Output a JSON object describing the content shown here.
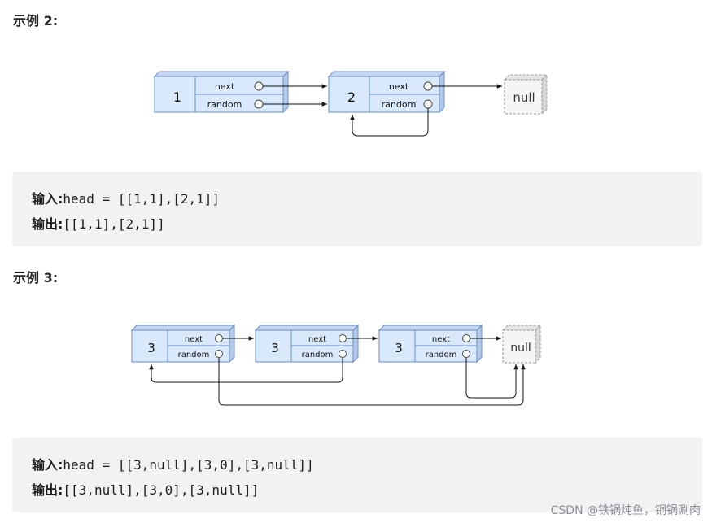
{
  "example2": {
    "title": "示例 2:",
    "diagram": {
      "nodes": [
        {
          "val": "1",
          "next": "next",
          "random": "random"
        },
        {
          "val": "2",
          "next": "next",
          "random": "random"
        }
      ],
      "null_label": "null"
    },
    "input_label": "输入:",
    "input_value": "head = [[1,1],[2,1]]",
    "output_label": "输出:",
    "output_value": "[[1,1],[2,1]]"
  },
  "example3": {
    "title": "示例 3:",
    "diagram": {
      "nodes": [
        {
          "val": "3",
          "next": "next",
          "random": "random"
        },
        {
          "val": "3",
          "next": "next",
          "random": "random"
        },
        {
          "val": "3",
          "next": "next",
          "random": "random"
        }
      ],
      "null_label": "null"
    },
    "input_label": "输入:",
    "input_value": "head = [[3,null],[3,0],[3,null]]",
    "output_label": "输出:",
    "output_value": "[[3,null],[3,0],[3,null]]"
  },
  "watermark": "CSDN @铁锅炖鱼，铜锅涮肉",
  "colors": {
    "node_fill": "#dae8fc",
    "node_stroke": "#6c8ebf",
    "null_fill": "#f5f5f5",
    "null_stroke": "#999999",
    "codebox_bg": "#f1f2f4"
  }
}
